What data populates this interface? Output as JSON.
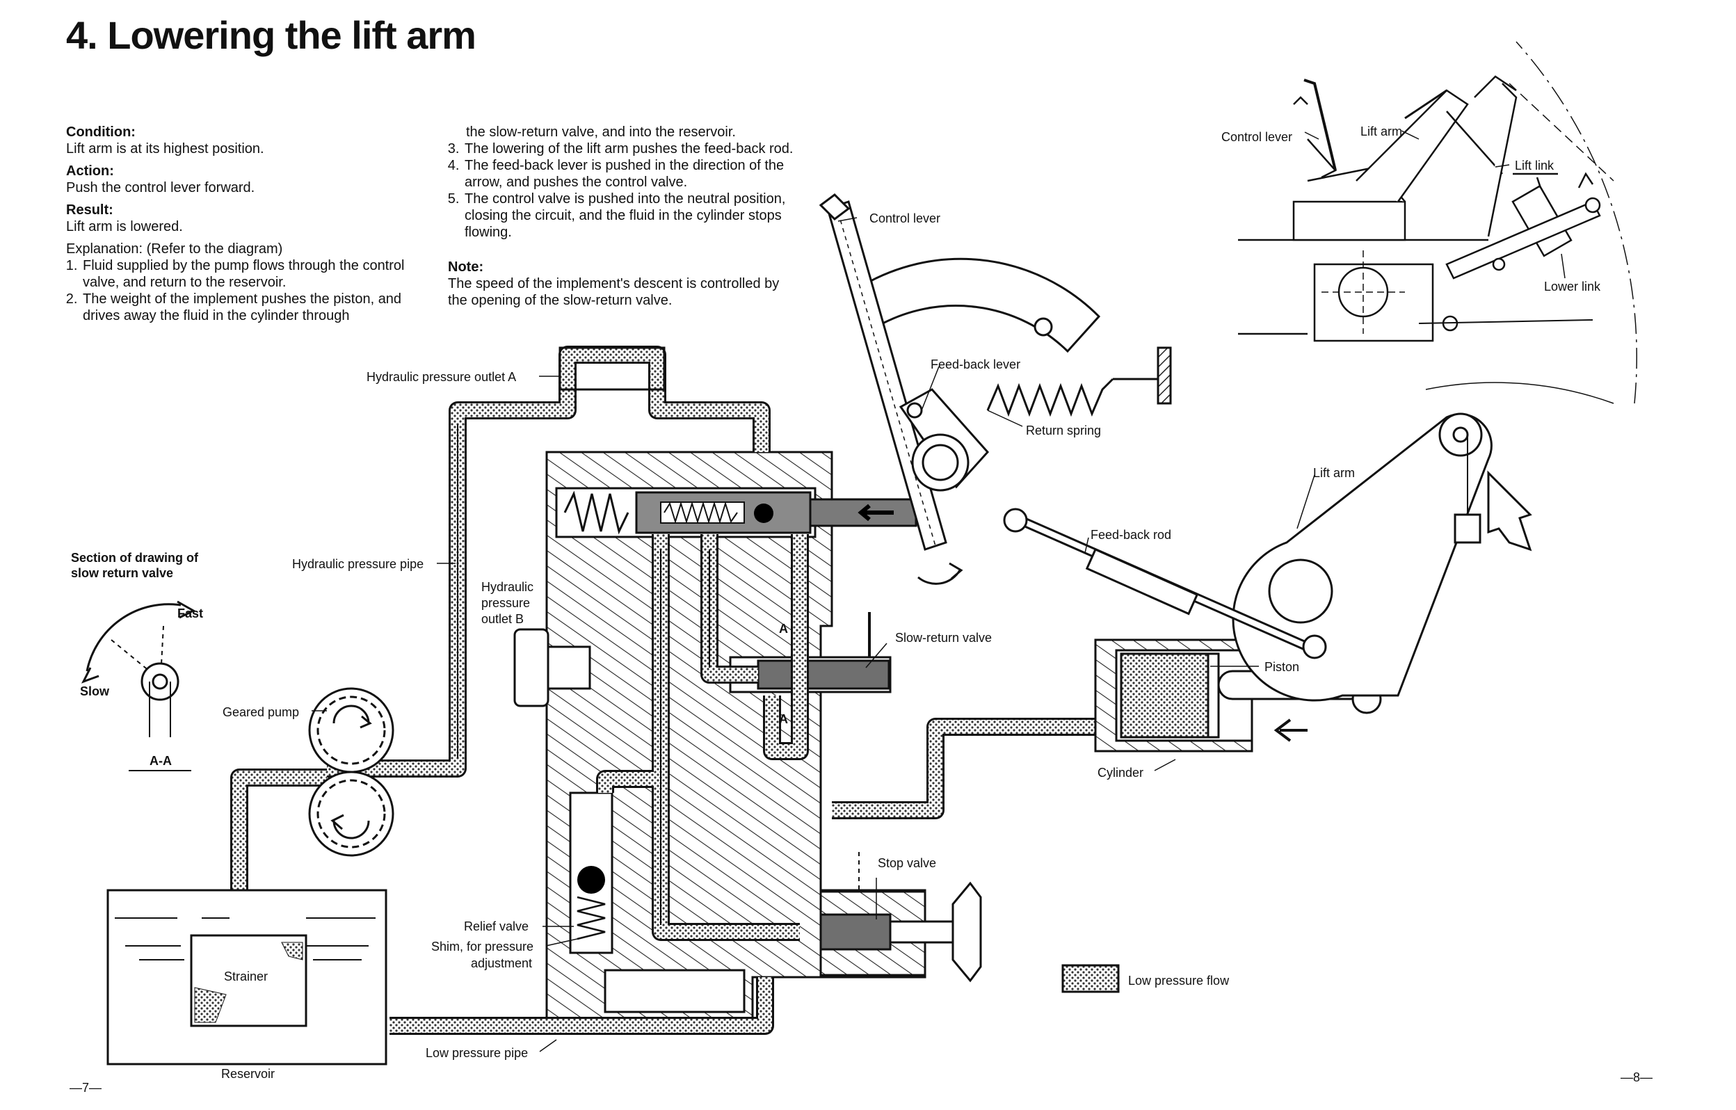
{
  "title": "4. Lowering the lift arm",
  "text": {
    "condition_h": "Condition:",
    "condition": "Lift arm is at its highest position.",
    "action_h": "Action:",
    "action": "Push the control lever forward.",
    "result_h": "Result:",
    "result": "Lift arm is lowered.",
    "explanation_h": "Explanation: (Refer to the diagram)",
    "steps": [
      "Fluid supplied by the pump flows through the control valve, and return to the reservoir.",
      "The weight of the implement pushes the piston, and drives away the fluid in the cylinder through",
      "the slow-return valve, and into the reservoir.",
      "The lowering of the lift arm pushes the feed-back rod.",
      "The feed-back lever is pushed in the direction of the arrow, and pushes the control valve.",
      "The control valve is pushed into the neutral position, closing the circuit, and the fluid in the cylinder stops flowing."
    ],
    "note_h": "Note:",
    "note": "The speed of the implement's descent is controlled by the opening of the slow-return valve."
  },
  "labels": {
    "control_lever": "Control lever",
    "feed_back_lever": "Feed-back lever",
    "return_spring": "Return spring",
    "lift_arm": "Lift arm",
    "feed_back_rod": "Feed-back rod",
    "hyd_outlet_a": "Hydraulic pressure outlet A",
    "hyd_pipe": "Hydraulic pressure pipe",
    "hyd_outlet_b": [
      "Hydraulic",
      "pressure",
      "outlet B"
    ],
    "slow_return_valve": "Slow-return valve",
    "piston": "Piston",
    "cylinder": "Cylinder",
    "geared_pump": "Geared pump",
    "section": [
      "Section of drawing of",
      "slow return valve"
    ],
    "fast": "Fast",
    "slow": "Slow",
    "aa": "A-A",
    "a": "A",
    "relief_valve": "Relief valve",
    "shim": [
      "Shim, for pressure",
      "adjustment"
    ],
    "stop_valve": "Stop valve",
    "strainer": "Strainer",
    "reservoir": "Reservoir",
    "low_pressure_pipe": "Low pressure pipe",
    "low_pressure_flow": "Low pressure flow",
    "inset_control_lever": "Control lever",
    "inset_lift_arm": "Lift arm",
    "inset_lift_link": "Lift link",
    "inset_lower_link": "Lower link"
  },
  "page_numbers": {
    "left": "—7—",
    "right": "—8—"
  }
}
